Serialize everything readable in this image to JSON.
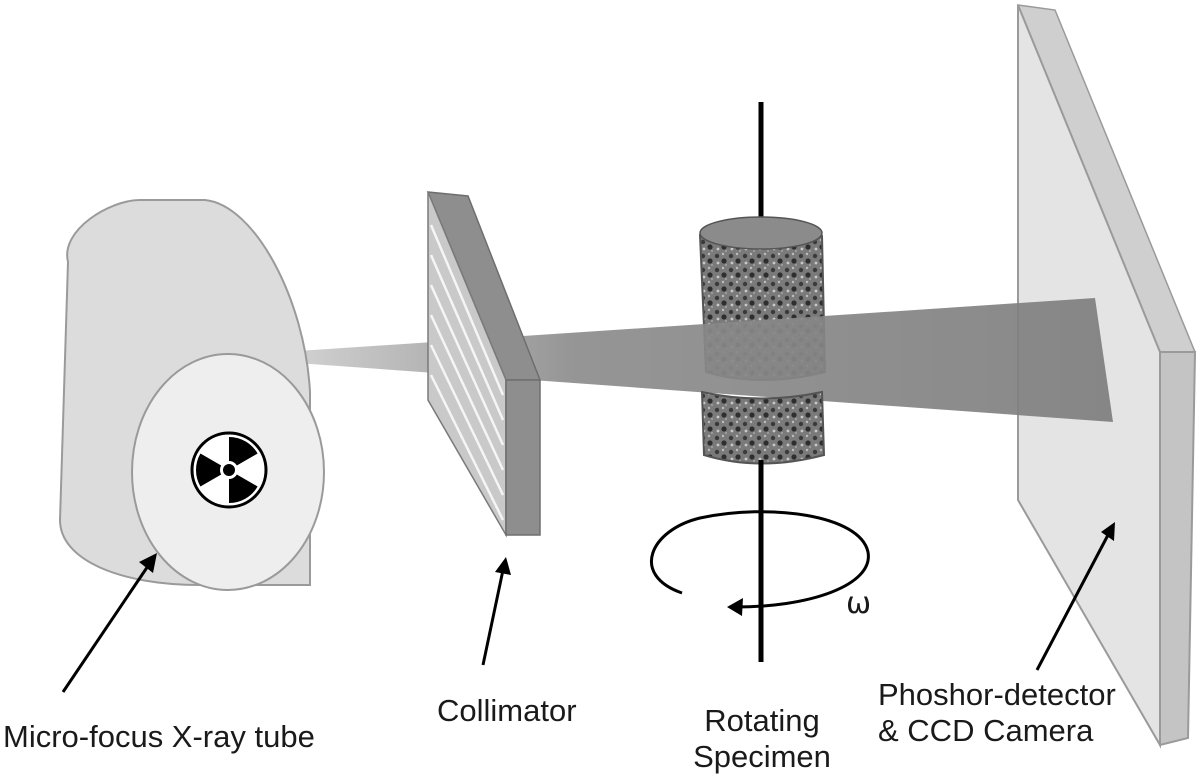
{
  "labels": {
    "xray_tube": "Micro-focus X-ray tube",
    "collimator": "Collimator",
    "specimen_line1": "Rotating",
    "specimen_line2": "Specimen",
    "detector_line1": "Phoshor-detector",
    "detector_line2": "& CCD Camera",
    "rotation_symbol": "ω"
  },
  "colors": {
    "tube_body": "#d8d8d8",
    "tube_face": "#eeeeee",
    "outline": "#9a9a9a",
    "collimator_face": "#8f8f8f",
    "collimator_side": "#c9c9c9",
    "beam": "#8a8a8a",
    "detector_face": "#e3e3e3",
    "detector_edge": "#bdbdbd",
    "specimen": "#6e6e6e",
    "text": "#1a1a1a"
  },
  "icons": {
    "source": "radiation-trefoil-icon",
    "rotation": "rotation-arrow-icon"
  }
}
